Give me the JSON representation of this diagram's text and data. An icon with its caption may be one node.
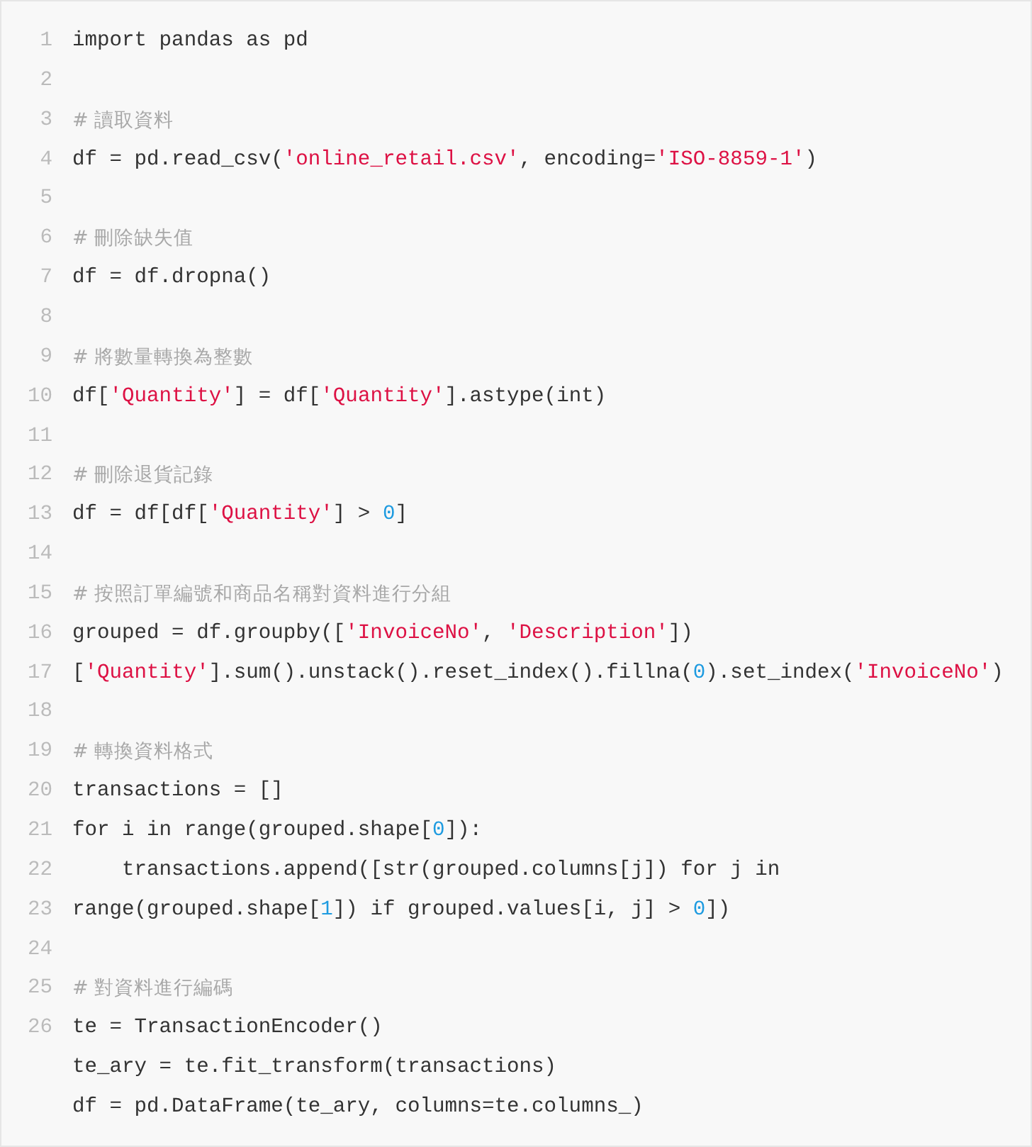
{
  "diagram": {
    "labels": [
      "1",
      "import pandas as pd",
      "2",
      "3",
      "# 讀取資料",
      "4",
      "df = pd.read_csv('online_retail.csv', encoding='ISO-8859-1')",
      "5",
      "6",
      "# 刪除缺失值",
      "7",
      "df = df.dropna()",
      "8",
      "9",
      "# 將數量轉換為整數",
      "10",
      "df['Quantity'] = df['Quantity'].astype(int)",
      "11",
      "12",
      "# 刪除退貨記錄",
      "13",
      "df = df[df['Quantity'] > 0]",
      "14",
      "15",
      "# 按照訂單編號和商品名稱對資料進行分組",
      "16",
      "grouped = df.groupby(['InvoiceNo', 'Description'])",
      "17",
      "['Quantity'].sum().unstack().reset_index().fillna(0).set_index('InvoiceNo')",
      "18",
      "19",
      "# 轉換資料格式",
      "20",
      "transactions = []",
      "21",
      "for i in range(grouped.shape[0]):",
      "22",
      "transactions.append([str(grouped.columns[j]) for j in",
      "23",
      "range(grouped.shape[1]) if grouped.values[i, j] > 0])",
      "24",
      "25",
      "# 對資料進行編碼",
      "26",
      "te = TransactionEncoder()",
      "te_ary = te.fit_transform(transactions)",
      "df = pd.DataFrame(te_ary, columns=te.columns_)"
    ]
  }
}
